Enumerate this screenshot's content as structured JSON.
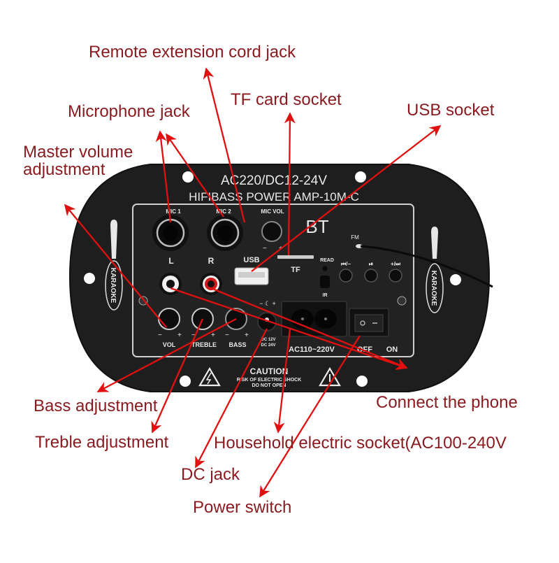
{
  "callouts": {
    "remote": "Remote extension cord jack",
    "tf": "TF card socket",
    "mic": "Microphone jack",
    "usb": "USB socket",
    "master_vol_line1": "Master volume",
    "master_vol_line2": "adjustment",
    "bass": "Bass adjustment",
    "treble": "Treble adjustment",
    "household": "Household electric socket(AC100-240V",
    "connect_phone": "Connect the phone",
    "dc": "DC jack",
    "power": "Power switch"
  },
  "plate": {
    "title_line1": "AC220/DC12-24V",
    "title_line2": "HIFIBASS POWER AMP-10M-C",
    "mic1": "MIC 1",
    "mic2": "MIC 2",
    "mic_vol": "MIC VOL",
    "bt": "BT",
    "fm": "FM",
    "left": "L",
    "right": "R",
    "usb": "USB",
    "tf": "TF",
    "read": "READ",
    "ir": "IR",
    "prev": "⏮/−",
    "play": "⏯",
    "next": "+/⏭",
    "vol": "VOL",
    "treble": "TREBLE",
    "bass": "BASS",
    "dc_line1": "DC 12V",
    "dc_line2": "DC 24V",
    "ac_range": "AC110~220V",
    "off": "OFF",
    "on": "ON",
    "minus": "−",
    "plus": "+",
    "karaoke": "KARAOKE",
    "caution": "CAUTION",
    "caution_line2": "RISK OF ELECTRIC SHOCK",
    "caution_line3": "DO NOT OPEN"
  },
  "colors": {
    "label": "#8b1a1f",
    "arrow": "#e01010",
    "plate": "#1e1e1e",
    "rca_right": "#d01818"
  }
}
